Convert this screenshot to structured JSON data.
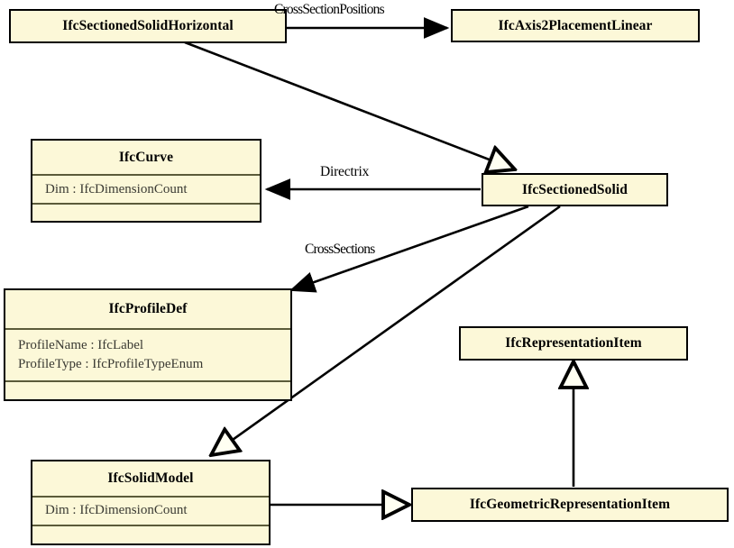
{
  "diagram": {
    "type": "uml-class-diagram",
    "title": "IfcSectionedSolid UML class diagram",
    "colors": {
      "class_fill": "#fcf8d8",
      "class_border": "#000000",
      "compartment_divider": "#5b5b3a",
      "edge_stroke": "#000000",
      "attribute_text": "#3a3a33",
      "background": "#ffffff"
    },
    "classes": [
      {
        "id": "ifc-sectioned-solid-horizontal",
        "name": "IfcSectionedSolidHorizontal",
        "attributes": [],
        "compartments": 2
      },
      {
        "id": "ifc-axis2-placement-linear",
        "name": "IfcAxis2PlacementLinear",
        "attributes": [],
        "compartments": 1
      },
      {
        "id": "ifc-curve",
        "name": "IfcCurve",
        "attributes": [
          "Dim : IfcDimensionCount"
        ],
        "compartments": 3
      },
      {
        "id": "ifc-sectioned-solid",
        "name": "IfcSectionedSolid",
        "attributes": [],
        "compartments": 1
      },
      {
        "id": "ifc-profile-def",
        "name": "IfcProfileDef",
        "attributes": [
          "ProfileName : IfcLabel",
          "ProfileType : IfcProfileTypeEnum"
        ],
        "compartments": 3
      },
      {
        "id": "ifc-representation-item",
        "name": "IfcRepresentationItem",
        "attributes": [],
        "compartments": 1
      },
      {
        "id": "ifc-solid-model",
        "name": "IfcSolidModel",
        "attributes": [
          "Dim : IfcDimensionCount"
        ],
        "compartments": 3
      },
      {
        "id": "ifc-geometric-representation-item",
        "name": "IfcGeometricRepresentationItem",
        "attributes": [],
        "compartments": 1
      }
    ],
    "relationships": [
      {
        "id": "rel-cross-section-positions",
        "label": "CrossSectionPositions",
        "kind": "association",
        "arrowhead": "solid-arrow",
        "from": "IfcSectionedSolidHorizontal",
        "to": "IfcAxis2PlacementLinear"
      },
      {
        "id": "rel-directrix",
        "label": "Directrix",
        "kind": "association",
        "arrowhead": "solid-arrow",
        "from": "IfcSectionedSolid",
        "to": "IfcCurve"
      },
      {
        "id": "rel-cross-sections",
        "label": "CrossSections",
        "kind": "association",
        "arrowhead": "solid-arrow",
        "from": "IfcSectionedSolid",
        "to": "IfcProfileDef"
      },
      {
        "id": "rel-horizontal-generalization",
        "label": "",
        "kind": "generalization",
        "arrowhead": "hollow-triangle",
        "from": "IfcSectionedSolidHorizontal",
        "to": "IfcSectionedSolid"
      },
      {
        "id": "rel-sectioned-solid-generalization",
        "label": "",
        "kind": "generalization",
        "arrowhead": "hollow-triangle",
        "from": "IfcSectionedSolid",
        "to": "IfcSolidModel"
      },
      {
        "id": "rel-solid-model-generalization",
        "label": "",
        "kind": "generalization",
        "arrowhead": "hollow-triangle",
        "from": "IfcSolidModel",
        "to": "IfcGeometricRepresentationItem"
      },
      {
        "id": "rel-geometric-generalization",
        "label": "",
        "kind": "generalization",
        "arrowhead": "hollow-triangle",
        "from": "IfcGeometricRepresentationItem",
        "to": "IfcRepresentationItem"
      }
    ]
  }
}
